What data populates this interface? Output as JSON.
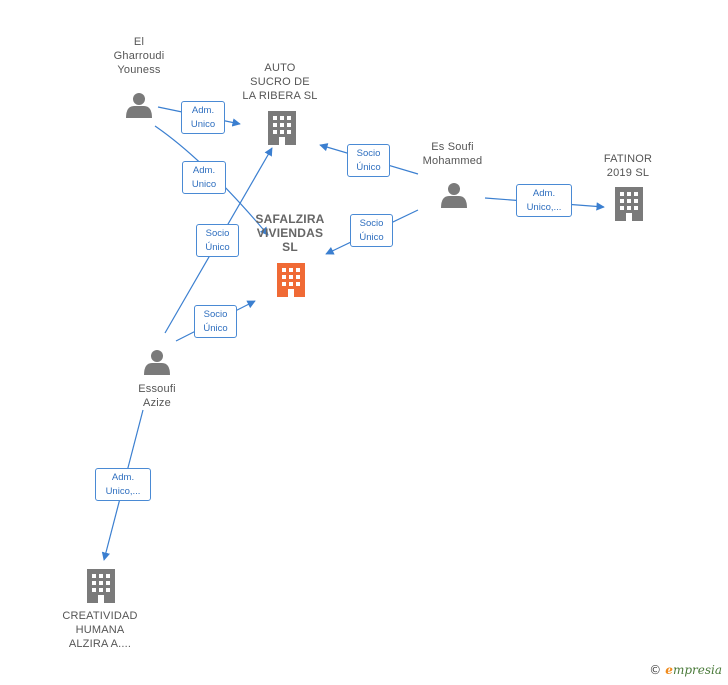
{
  "nodes": {
    "el_gharroudi": {
      "label": "El\nGharroudi\nYouness",
      "type": "person"
    },
    "auto_sucro": {
      "label": "AUTO\nSUCRO DE\nLA RIBERA  SL",
      "type": "company"
    },
    "es_soufi": {
      "label": "Es Soufi\nMohammed",
      "type": "person"
    },
    "fatinor": {
      "label": "FATINOR\n2019  SL",
      "type": "company"
    },
    "safalzira": {
      "label": "SAFALZIRA\nVIVIENDAS\nSL",
      "type": "company-main"
    },
    "essoufi_azize": {
      "label": "Essoufi\nAzize",
      "type": "person"
    },
    "creatividad": {
      "label": "CREATIVIDAD\nHUMANA\nALZIRA A....",
      "type": "company"
    }
  },
  "edges": {
    "e1": "Adm.\nUnico",
    "e2": "Adm.\nUnico",
    "e3": "Socio\nÚnico",
    "e4": "Socio\nÚnico",
    "e5": "Adm.\nUnico,...",
    "e6": "Socio\nÚnico",
    "e7": "Socio\nÚnico",
    "e8": "Adm.\nUnico,..."
  },
  "colors": {
    "edge": "#3b7fd0",
    "icon": "#7a7a7a",
    "main": "#f06a35"
  },
  "footer": {
    "copyright": "©",
    "brand_initial": "e",
    "brand_rest": "mpresia"
  }
}
